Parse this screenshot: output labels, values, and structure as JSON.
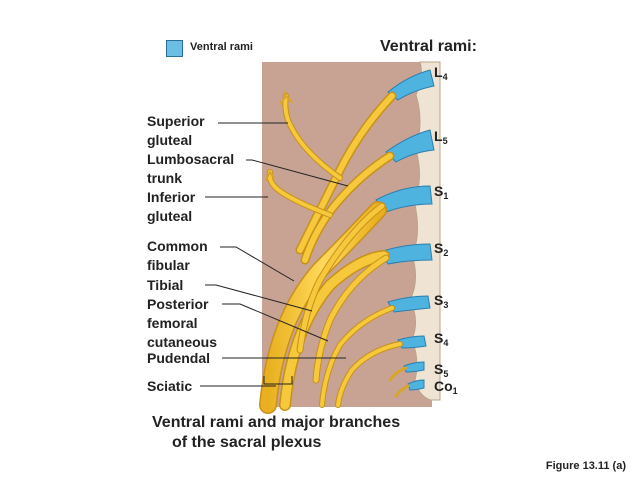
{
  "legend": {
    "label": "Ventral rami",
    "swatch_color": "#6bbfe6"
  },
  "heading": "Ventral rami:",
  "roots": [
    {
      "main": "L",
      "sub": "4"
    },
    {
      "main": "L",
      "sub": "5"
    },
    {
      "main": "S",
      "sub": "1"
    },
    {
      "main": "S",
      "sub": "2"
    },
    {
      "main": "S",
      "sub": "3"
    },
    {
      "main": "S",
      "sub": "4"
    },
    {
      "main": "S",
      "sub": "5"
    },
    {
      "main": "Co",
      "sub": "1"
    }
  ],
  "branches": {
    "superior_gluteal": {
      "line1": "Superior",
      "line2": "gluteal"
    },
    "lumbosacral_trunk": {
      "line1": "Lumbosacral",
      "line2": "trunk"
    },
    "inferior_gluteal": {
      "line1": "Inferior",
      "line2": "gluteal"
    },
    "common_fibular": {
      "line1": "Common",
      "line2": "fibular"
    },
    "tibial": {
      "line1": "Tibial"
    },
    "posterior_femoral_cutaneous": {
      "line1": "Posterior",
      "line2": "femoral",
      "line3": "cutaneous"
    },
    "pudendal": {
      "line1": "Pudendal"
    },
    "sciatic": {
      "line1": "Sciatic"
    }
  },
  "caption": {
    "line1": "Ventral rami and major branches",
    "line2": "of the sacral plexus"
  },
  "figure_ref": "Figure 13.11 (a)",
  "colors": {
    "background_panel": "#c8a393",
    "nerve": "#f2c230",
    "nerve_outline": "#c9901a",
    "ramus": "#4fb3e0",
    "vertebra": "#efe3d3"
  }
}
